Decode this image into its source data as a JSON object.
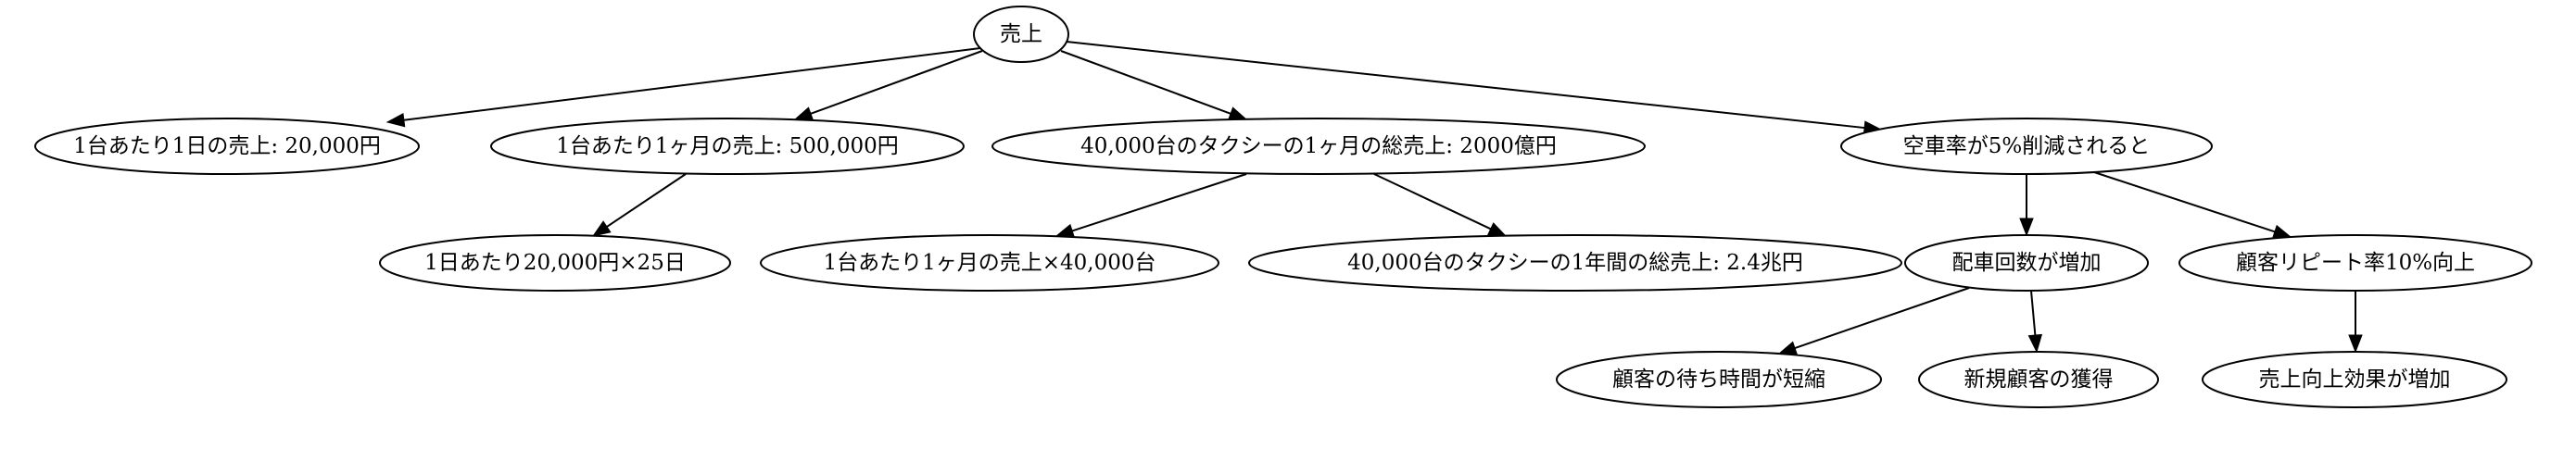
{
  "diagram": {
    "nodes": {
      "root": "売上",
      "daily": "1台あたり1日の売上: 20,000円",
      "monthly": "1台あたり1ヶ月の売上: 500,000円",
      "total_monthly": "40,000台のタクシーの1ヶ月の総売上: 2000億円",
      "vacancy": "空車率が5%削減されると",
      "daily_calc": "1日あたり20,000円×25日",
      "monthly_calc": "1台あたり1ヶ月の売上×40,000台",
      "total_yearly": "40,000台のタクシーの1年間の総売上: 2.4兆円",
      "dispatch": "配車回数が増加",
      "repeat": "顧客リピート率10%向上",
      "wait": "顧客の待ち時間が短縮",
      "new_customers": "新規顧客の獲得",
      "sales_up": "売上向上効果が増加"
    },
    "edges": [
      [
        "root",
        "daily"
      ],
      [
        "root",
        "monthly"
      ],
      [
        "root",
        "total_monthly"
      ],
      [
        "root",
        "vacancy"
      ],
      [
        "monthly",
        "daily_calc"
      ],
      [
        "total_monthly",
        "monthly_calc"
      ],
      [
        "total_monthly",
        "total_yearly"
      ],
      [
        "vacancy",
        "dispatch"
      ],
      [
        "vacancy",
        "repeat"
      ],
      [
        "dispatch",
        "wait"
      ],
      [
        "dispatch",
        "new_customers"
      ],
      [
        "repeat",
        "sales_up"
      ]
    ]
  }
}
